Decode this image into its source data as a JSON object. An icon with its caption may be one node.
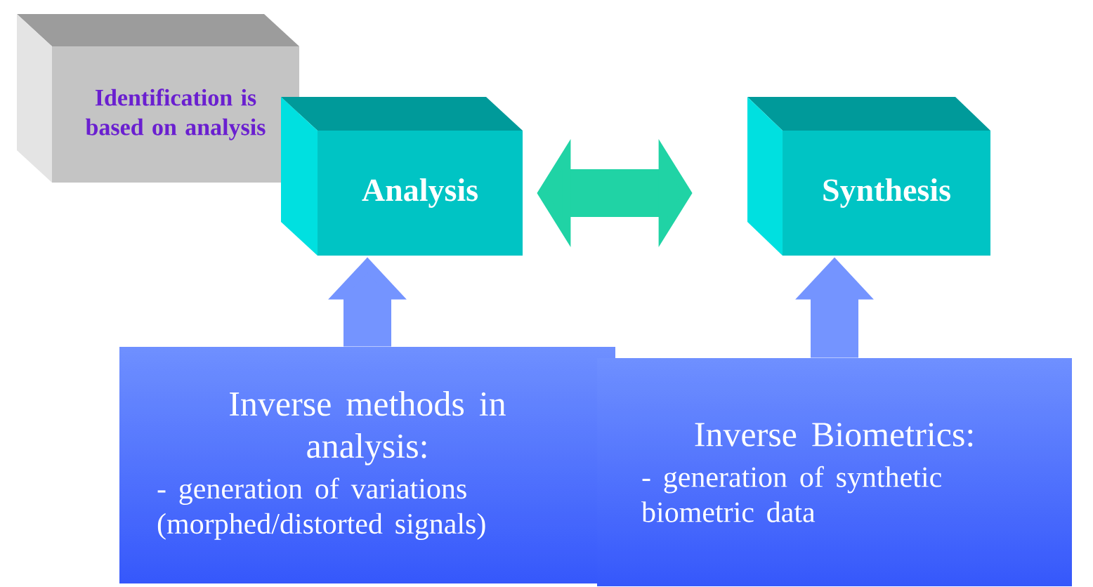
{
  "diagram": {
    "nodes": [
      {
        "text": [
          "Identification is based on analysis"
        ]
      },
      {
        "text": [
          "Analysis"
        ]
      },
      {
        "text": [
          "Synthesis"
        ]
      },
      {
        "text": [
          "Inverse methods in analysis:",
          "- generation of variations (morphed/distorted signals)"
        ]
      },
      {
        "text": [
          "Inverse Biometrics:",
          "- generation of synthetic biometric data"
        ]
      }
    ],
    "edges": [
      {
        "from": 1,
        "to": 2,
        "arrow": "both",
        "color": "#20d3a5"
      },
      {
        "from": 3,
        "to": 1,
        "arrow": "to"
      },
      {
        "from": 4,
        "to": 2,
        "arrow": "to"
      }
    ]
  }
}
